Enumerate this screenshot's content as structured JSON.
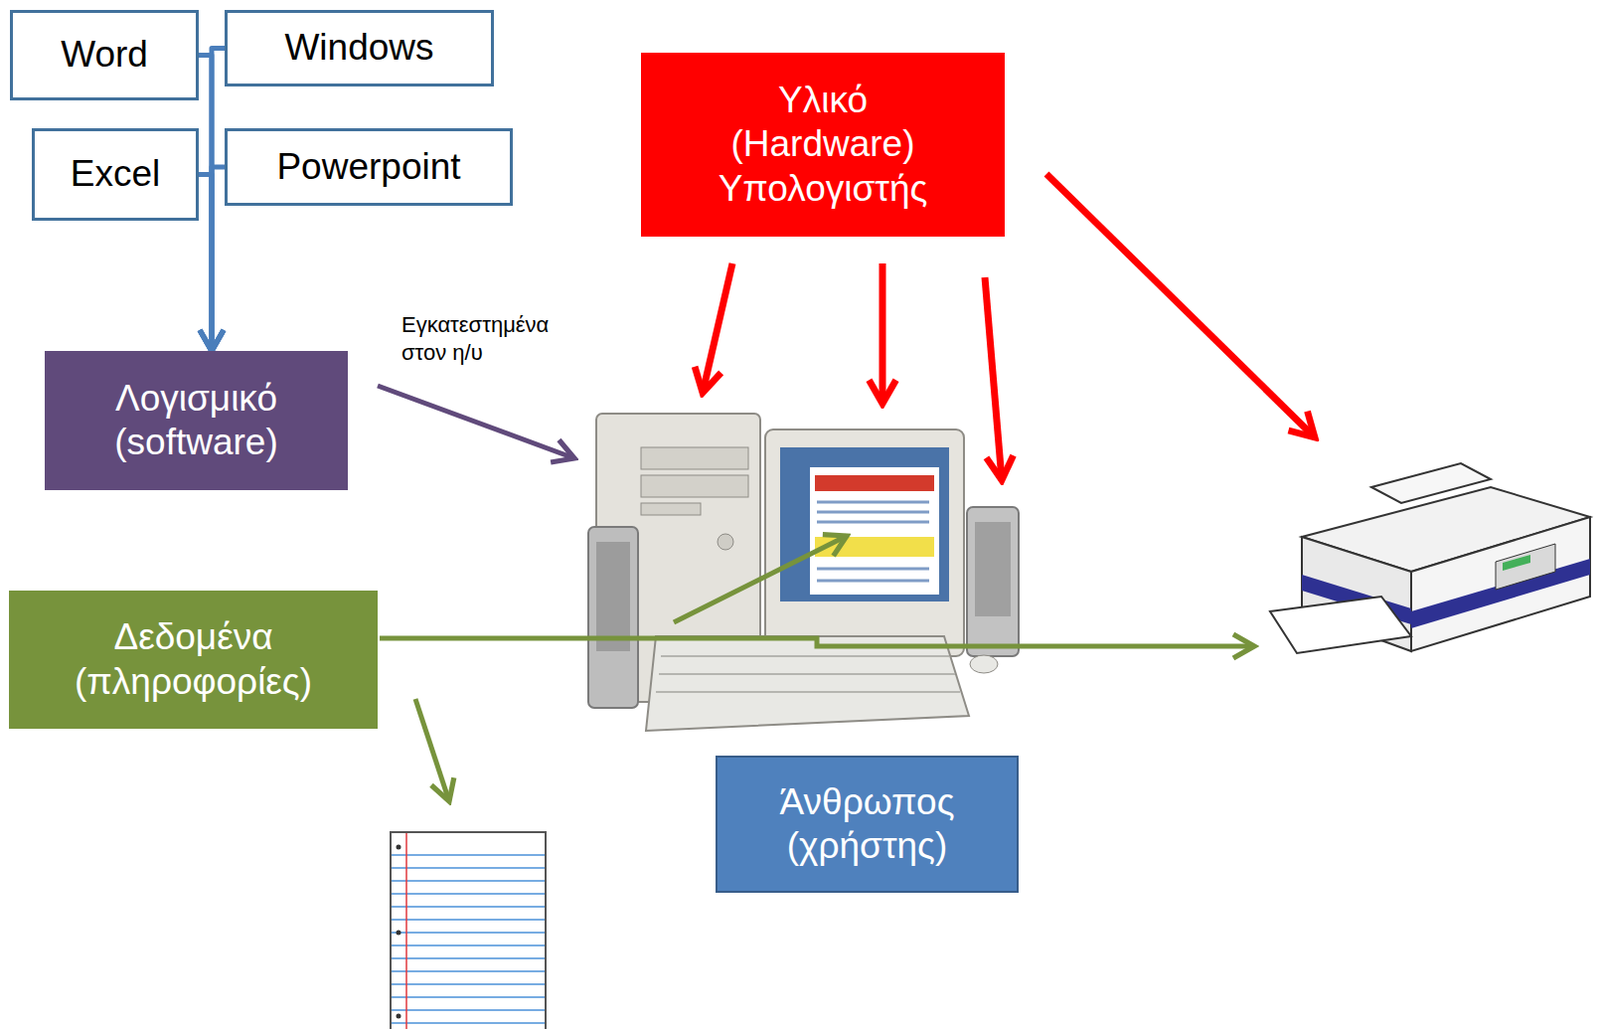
{
  "diagram": {
    "nodes": [
      {
        "text": [
          "Word"
        ]
      },
      {
        "text": [
          "Windows"
        ]
      },
      {
        "text": [
          "Excel"
        ]
      },
      {
        "text": [
          "Powerpoint"
        ]
      },
      {
        "text": [
          "Λογισμικό (software)"
        ]
      },
      {
        "text": [
          "Υλικό (Hardware) Υπολογιστής"
        ]
      },
      {
        "text": [
          "Δεδομένα (πληροφορίες)"
        ]
      },
      {
        "text": [
          "Άνθρωπος (χρήστης)"
        ]
      }
    ],
    "edges": [
      {
        "from": 0,
        "to": 4,
        "arrow": "to"
      },
      {
        "from": 1,
        "to": 4,
        "arrow": "to"
      },
      {
        "from": 2,
        "to": 4,
        "arrow": "to"
      },
      {
        "from": 3,
        "to": 4,
        "arrow": "to"
      }
    ],
    "labels": [
      "Εγκατεστημένα στον η/υ"
    ]
  }
}
